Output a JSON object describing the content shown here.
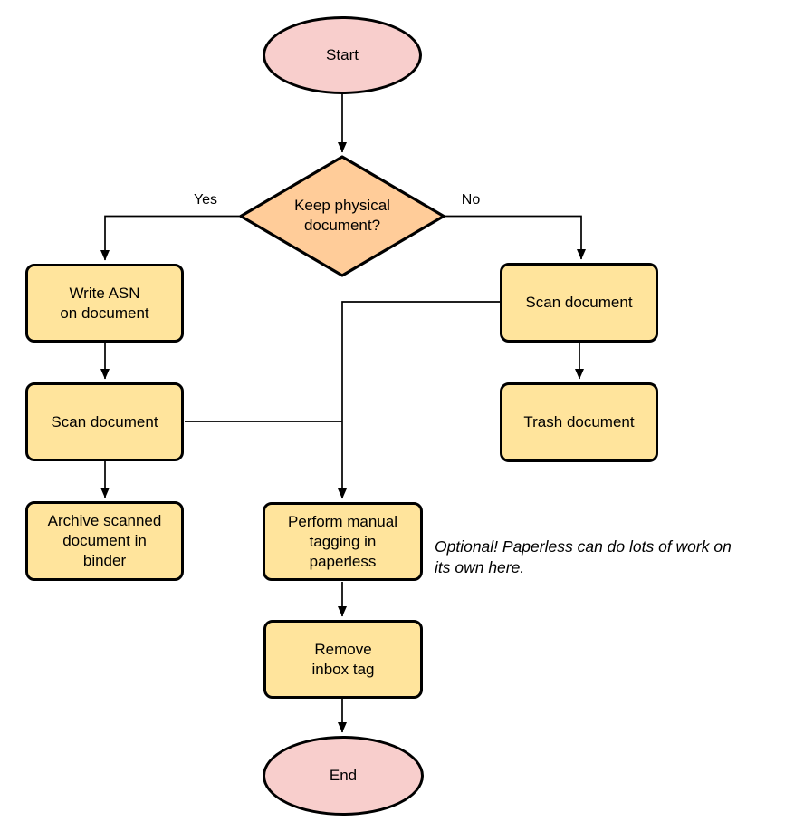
{
  "diagram_type": "flowchart",
  "colors": {
    "terminal_fill": "#F8CECC",
    "decision_fill": "#FFCC99",
    "process_fill": "#FFE49C",
    "stroke": "#000000",
    "background": "#FFFFFF",
    "bottom_divider": "#ECECEC"
  },
  "nodes": {
    "start": "Start",
    "decision": "Keep physical\ndocument?",
    "write_asn": "Write ASN\non document",
    "scan_left": "Scan document",
    "archive": "Archive scanned\ndocument in\nbinder",
    "scan_right": "Scan document",
    "trash": "Trash document",
    "perform_tagging": "Perform manual\ntagging in\npaperless",
    "remove_inbox": "Remove\ninbox tag",
    "end": "End"
  },
  "edge_labels": {
    "yes": "Yes",
    "no": "No"
  },
  "note": "Optional! Paperless can do lots of work on\nits own here.",
  "edges": [
    {
      "from": "start",
      "to": "decision"
    },
    {
      "from": "decision",
      "to": "write_asn",
      "label": "Yes"
    },
    {
      "from": "decision",
      "to": "scan_right",
      "label": "No"
    },
    {
      "from": "write_asn",
      "to": "scan_left"
    },
    {
      "from": "scan_left",
      "to": "archive"
    },
    {
      "from": "scan_left",
      "to": "perform_tagging"
    },
    {
      "from": "scan_right",
      "to": "trash"
    },
    {
      "from": "scan_right",
      "to": "perform_tagging"
    },
    {
      "from": "perform_tagging",
      "to": "remove_inbox"
    },
    {
      "from": "remove_inbox",
      "to": "end"
    }
  ]
}
